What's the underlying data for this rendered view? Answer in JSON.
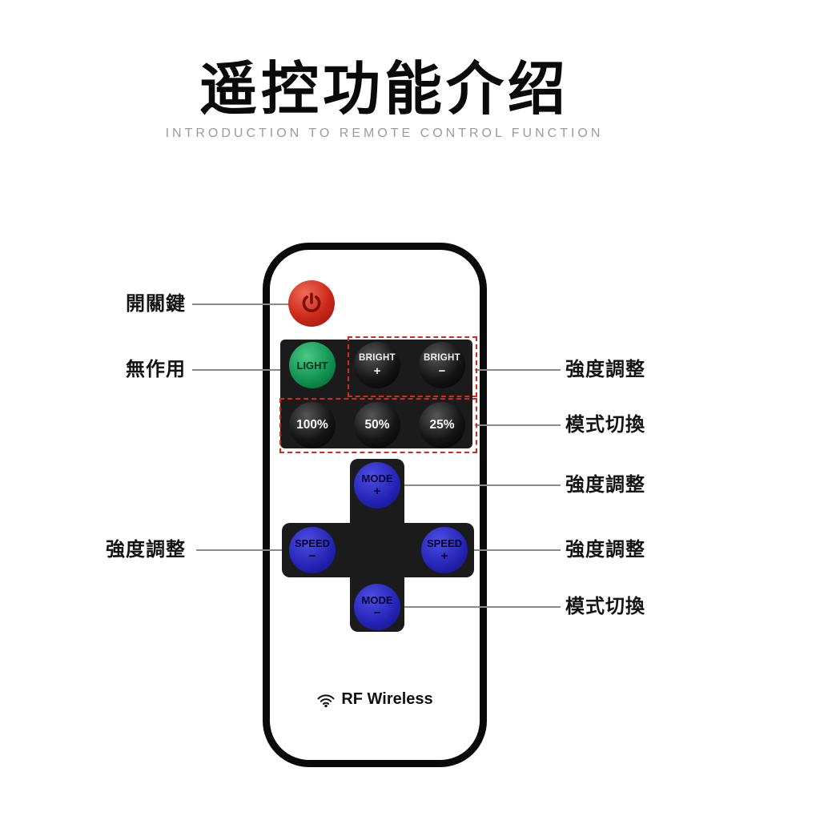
{
  "header": {
    "title": "遥控功能介绍",
    "subtitle": "INTRODUCTION TO REMOTE CONTROL FUNCTION"
  },
  "remote": {
    "brand": "RF Wireless",
    "buttons": {
      "light": {
        "label": "LIGHT"
      },
      "bright_plus": {
        "label": "BRIGHT",
        "sub": "+"
      },
      "bright_minus": {
        "label": "BRIGHT",
        "sub": "−"
      },
      "pct100": {
        "label": "100%"
      },
      "pct50": {
        "label": "50%"
      },
      "pct25": {
        "label": "25%"
      },
      "mode_plus": {
        "label": "MODE",
        "sub": "+"
      },
      "speed_minus": {
        "label": "SPEED",
        "sub": "−"
      },
      "speed_plus": {
        "label": "SPEED",
        "sub": "+"
      },
      "mode_minus": {
        "label": "MODE",
        "sub": "−"
      }
    }
  },
  "annotations": {
    "left": [
      {
        "text": "開關鍵"
      },
      {
        "text": "無作用"
      },
      {
        "text": "強度調整"
      }
    ],
    "right": [
      {
        "text": "強度調整"
      },
      {
        "text": "模式切換"
      },
      {
        "text": "強度調整"
      },
      {
        "text": "強度調整"
      },
      {
        "text": "模式切換"
      }
    ]
  },
  "colors": {
    "power_red": "#cb2819",
    "light_green": "#0f8f4e",
    "button_black": "#151515",
    "button_blue": "#2323b4",
    "highlight_red": "#d42a1e"
  }
}
